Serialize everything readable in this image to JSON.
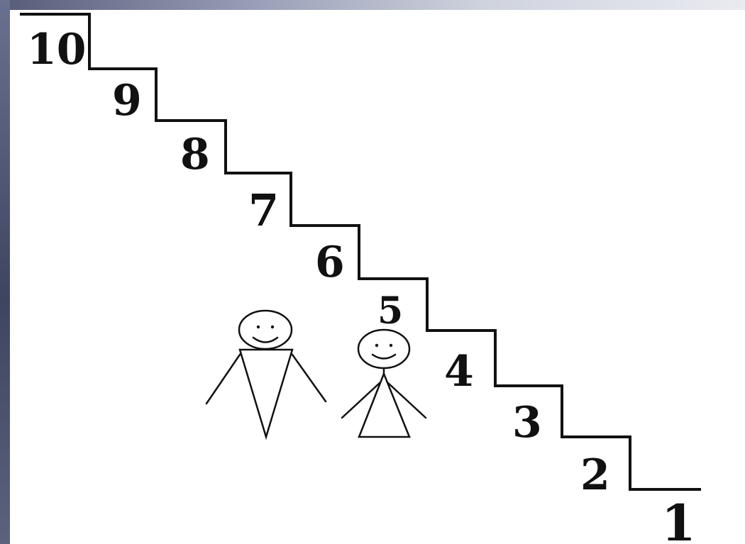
{
  "steps": [
    {
      "label": "10"
    },
    {
      "label": "9"
    },
    {
      "label": "8"
    },
    {
      "label": "7"
    },
    {
      "label": "6"
    },
    {
      "label": "5"
    },
    {
      "label": "4"
    },
    {
      "label": "3"
    },
    {
      "label": "2"
    },
    {
      "label": "1"
    }
  ],
  "colors": {
    "ink": "#111111",
    "background": "#ffffff",
    "frame_dark": "#3f4560",
    "frame_light": "#cfd3de"
  }
}
